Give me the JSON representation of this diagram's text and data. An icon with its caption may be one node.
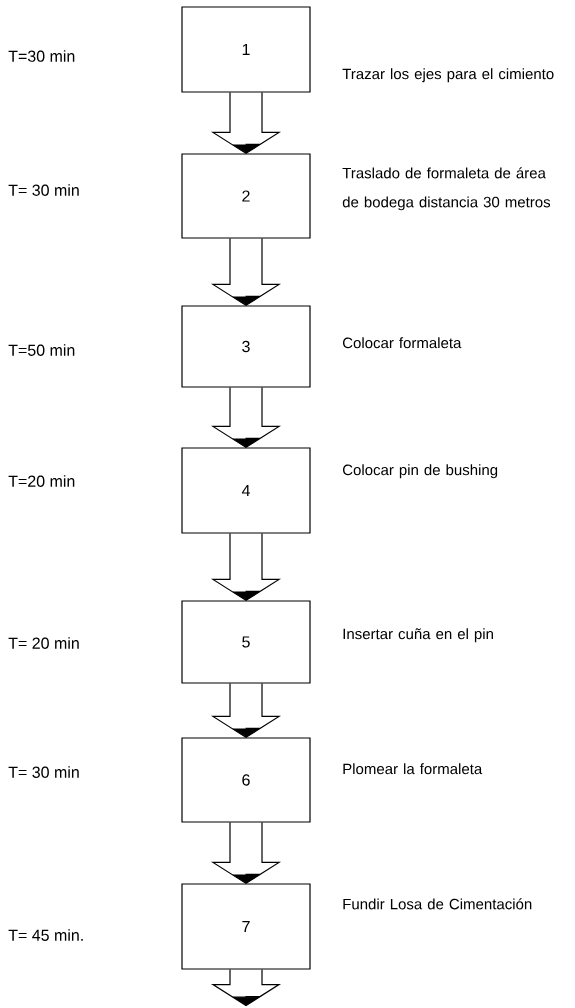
{
  "diagram": {
    "nodes": [
      {
        "text": [
          "1"
        ],
        "beside": [
          "Trazar los ejes para el cimiento"
        ]
      },
      {
        "text": [
          "2"
        ],
        "beside": [
          "Traslado de formaleta de área de bodega distancia 30 metros"
        ]
      },
      {
        "text": [
          "3"
        ],
        "beside": [
          "Colocar formaleta"
        ]
      },
      {
        "text": [
          "4"
        ],
        "beside": [
          "Colocar pin de bushing"
        ]
      },
      {
        "text": [
          "5"
        ],
        "beside": [
          "Insertar cuña en el pin"
        ]
      },
      {
        "text": [
          "6"
        ],
        "beside": [
          "Plomear la formaleta"
        ]
      },
      {
        "text": [
          "7"
        ],
        "beside": [
          "Fundir  Losa de Cimentación"
        ]
      }
    ],
    "labels": [
      "T=30 min",
      "T= 30 min",
      "T=50 min",
      "T=20 min",
      "T= 20 min",
      "T= 30 min",
      "T= 45 min."
    ],
    "edges": [
      {
        "from": 0,
        "to": 1,
        "arrow": "to"
      },
      {
        "from": 1,
        "to": 2,
        "arrow": "to"
      },
      {
        "from": 2,
        "to": 3,
        "arrow": "to"
      },
      {
        "from": 3,
        "to": 4,
        "arrow": "to"
      },
      {
        "from": 4,
        "to": 5,
        "arrow": "to"
      },
      {
        "from": 5,
        "to": 6,
        "arrow": "to"
      },
      {
        "from": 6,
        "to": null,
        "arrow": "to"
      }
    ]
  }
}
